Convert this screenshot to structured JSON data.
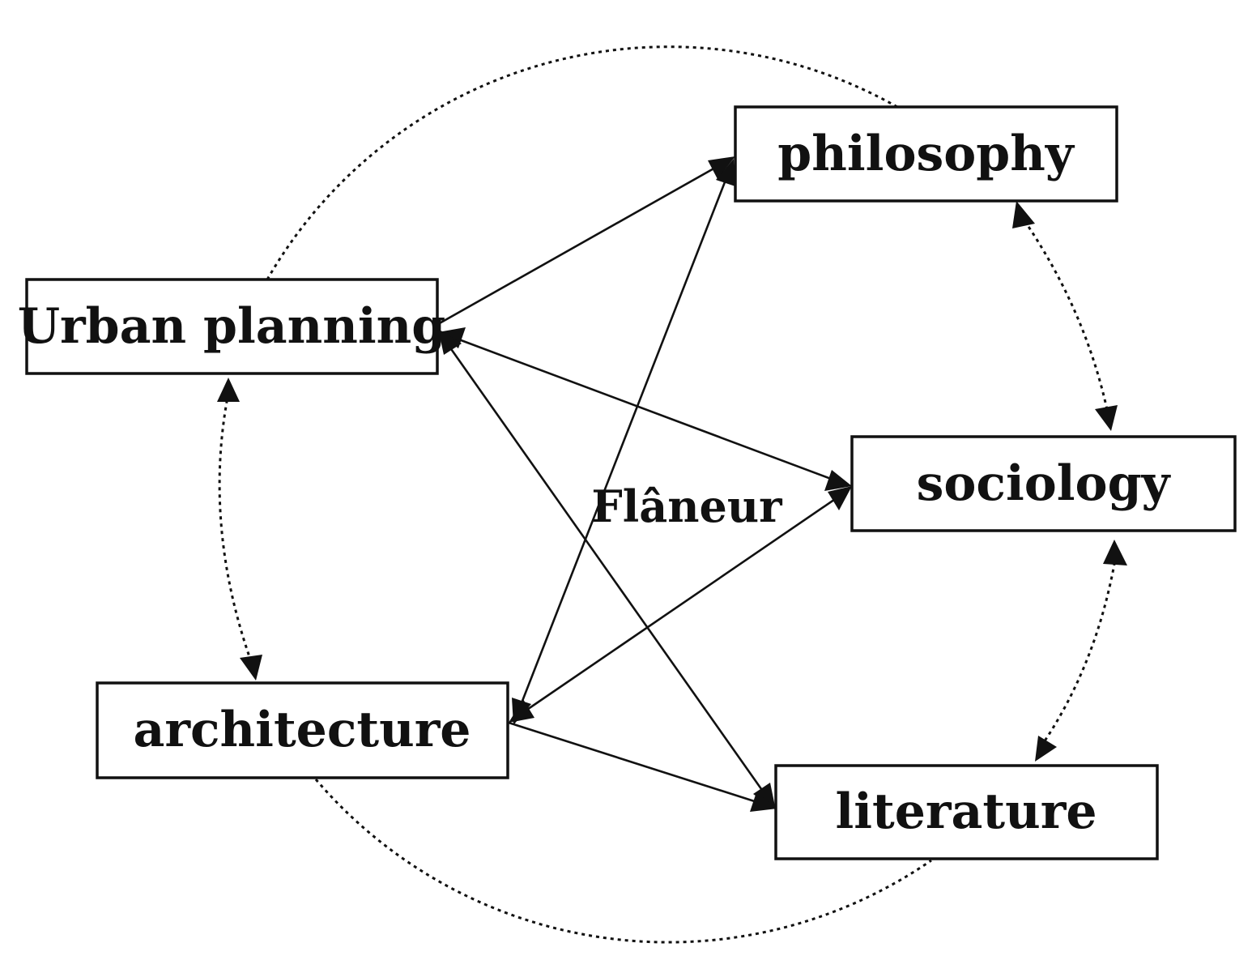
{
  "diagram": {
    "center_label": "Flâneur",
    "nodes": {
      "philosophy": "philosophy",
      "urban_planning": "Urban planning",
      "sociology": "sociology",
      "architecture": "architecture",
      "literature": "literature"
    },
    "connections": [
      {
        "from": "urban_planning",
        "to": "philosophy",
        "style": "solid",
        "arrow": "end"
      },
      {
        "from": "architecture",
        "to": "philosophy",
        "style": "solid",
        "arrow": "both"
      },
      {
        "from": "urban_planning",
        "to": "sociology",
        "style": "solid",
        "arrow": "both"
      },
      {
        "from": "architecture",
        "to": "sociology",
        "style": "solid",
        "arrow": "both"
      },
      {
        "from": "urban_planning",
        "to": "literature",
        "style": "solid",
        "arrow": "both"
      },
      {
        "from": "architecture",
        "to": "literature",
        "style": "solid",
        "arrow": "end"
      },
      {
        "from": "philosophy",
        "to": "sociology",
        "style": "dotted",
        "arrow": "both"
      },
      {
        "from": "sociology",
        "to": "literature",
        "style": "dotted",
        "arrow": "both"
      },
      {
        "from": "urban_planning",
        "to": "architecture",
        "style": "dotted",
        "arrow": "both"
      },
      {
        "from": "urban_planning",
        "to": "philosophy",
        "style": "dotted",
        "arrow": "none"
      },
      {
        "from": "architecture",
        "to": "literature",
        "style": "dotted",
        "arrow": "none"
      }
    ],
    "colors": {
      "ink": "#111111",
      "background": "#ffffff"
    }
  }
}
